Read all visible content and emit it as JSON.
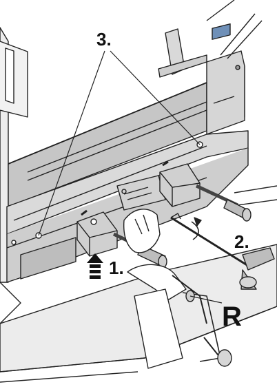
{
  "labels": {
    "step_3": "3.",
    "step_2": "2.",
    "step_1": "1.",
    "part_r": "R"
  },
  "colors": {
    "line": "#222222",
    "metal_dark": "#b4b4b4",
    "metal_mid": "#c8c8c8",
    "metal_light": "#dcdcdc",
    "table": "#e6e6e6",
    "paper": "#ffffff"
  },
  "icons": {
    "arrow": "up-arrow-with-lines-icon",
    "rotation": "rotation-arrow-icon"
  }
}
